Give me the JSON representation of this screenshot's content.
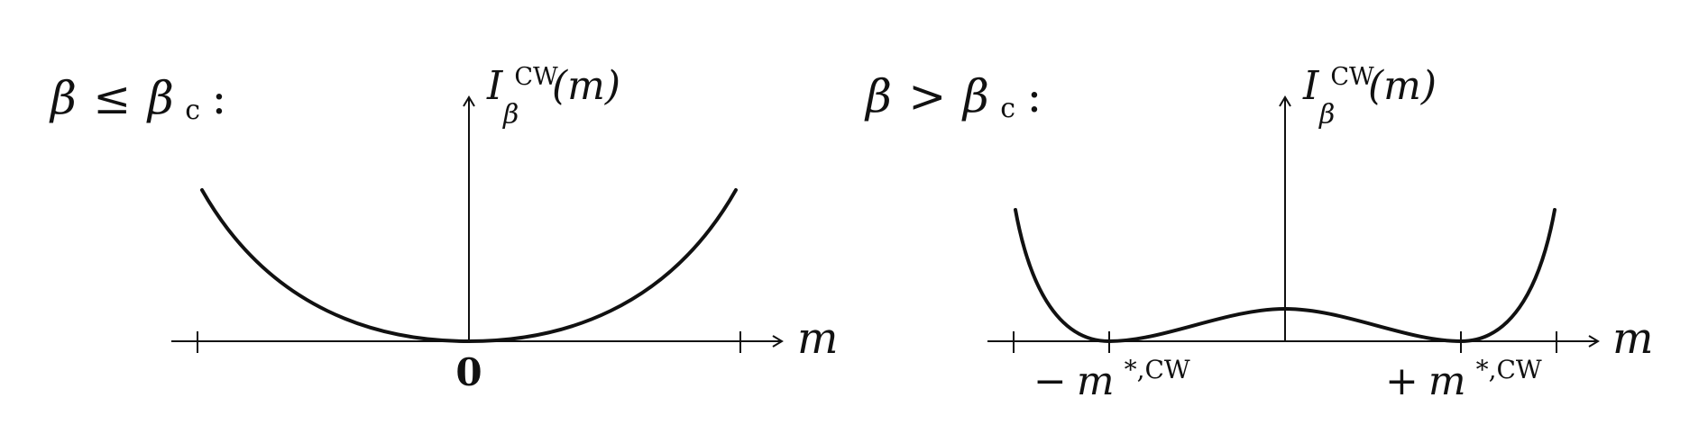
{
  "panels": [
    {
      "condition_lhs": "β",
      "condition_op": "≤",
      "condition_rhs": "β",
      "condition_rhs_sub": "c",
      "condition_suffix": ":",
      "y_label_main": "I",
      "y_label_sup": "CW",
      "y_label_sub": "β",
      "y_label_arg": "(m)",
      "x_label": "m",
      "tick_labels": [
        "0"
      ]
    },
    {
      "condition_lhs": "β",
      "condition_op": ">",
      "condition_rhs": "β",
      "condition_rhs_sub": "c",
      "condition_suffix": ":",
      "y_label_main": "I",
      "y_label_sup": "CW",
      "y_label_sub": "β",
      "y_label_arg": "(m)",
      "x_label": "m",
      "tick_labels": [
        {
          "sign": "−",
          "var": "m",
          "sup": "*,CW"
        },
        {
          "sign": "+",
          "var": "m",
          "sup": "*,CW"
        }
      ]
    }
  ]
}
